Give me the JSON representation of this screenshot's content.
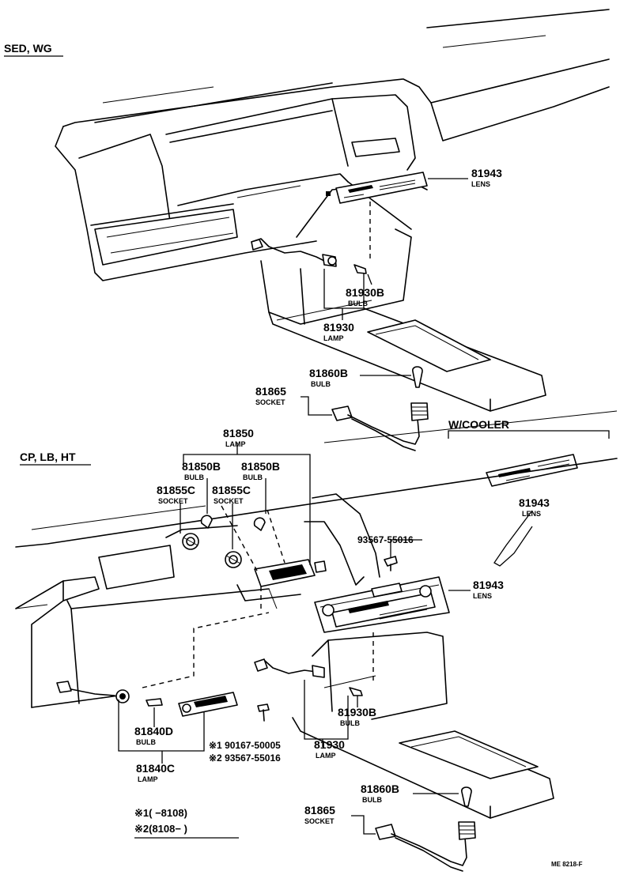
{
  "sections": {
    "top": "SED, WG",
    "middle": "CP, LB, HT",
    "cooler": "W/COOLER"
  },
  "labels": {
    "lens_top": {
      "part": "81943",
      "name": "LENS"
    },
    "bulb_top": {
      "part": "81930B",
      "name": "BULB"
    },
    "lamp_top": {
      "part": "81930",
      "name": "LAMP"
    },
    "bulb_socket_top": {
      "part": "81860B",
      "name": "BULB"
    },
    "socket_top": {
      "part": "81865",
      "name": "SOCKET"
    },
    "lamp_mid": {
      "part": "81850",
      "name": "LAMP"
    },
    "bulb_mid_l": {
      "part": "81850B",
      "name": "BULB"
    },
    "bulb_mid_r": {
      "part": "81850B",
      "name": "BULB"
    },
    "socket_mid_l": {
      "part": "81855C",
      "name": "SOCKET"
    },
    "socket_mid_r": {
      "part": "81855C",
      "name": "SOCKET"
    },
    "lens_cooler": {
      "part": "81943",
      "name": "LENS"
    },
    "screw": {
      "part": "93567-55016"
    },
    "lens_mid": {
      "part": "81943",
      "name": "LENS"
    },
    "bulb_low": {
      "part": "81930B",
      "name": "BULB"
    },
    "lamp_low": {
      "part": "81930",
      "name": "LAMP"
    },
    "bulb_left": {
      "part": "81840D",
      "name": "BULB"
    },
    "lamp_left": {
      "part": "81840C",
      "name": "LAMP"
    },
    "screw_note1": "※1 90167-50005",
    "screw_note2": "※2 93567-55016",
    "bulb_socket_bot": {
      "part": "81860B",
      "name": "BULB"
    },
    "socket_bot": {
      "part": "81865",
      "name": "SOCKET"
    }
  },
  "footnotes": {
    "note1": "※1(      −8108)",
    "note2": "※2(8108−      )"
  },
  "ref_code": "ME 8218-F"
}
